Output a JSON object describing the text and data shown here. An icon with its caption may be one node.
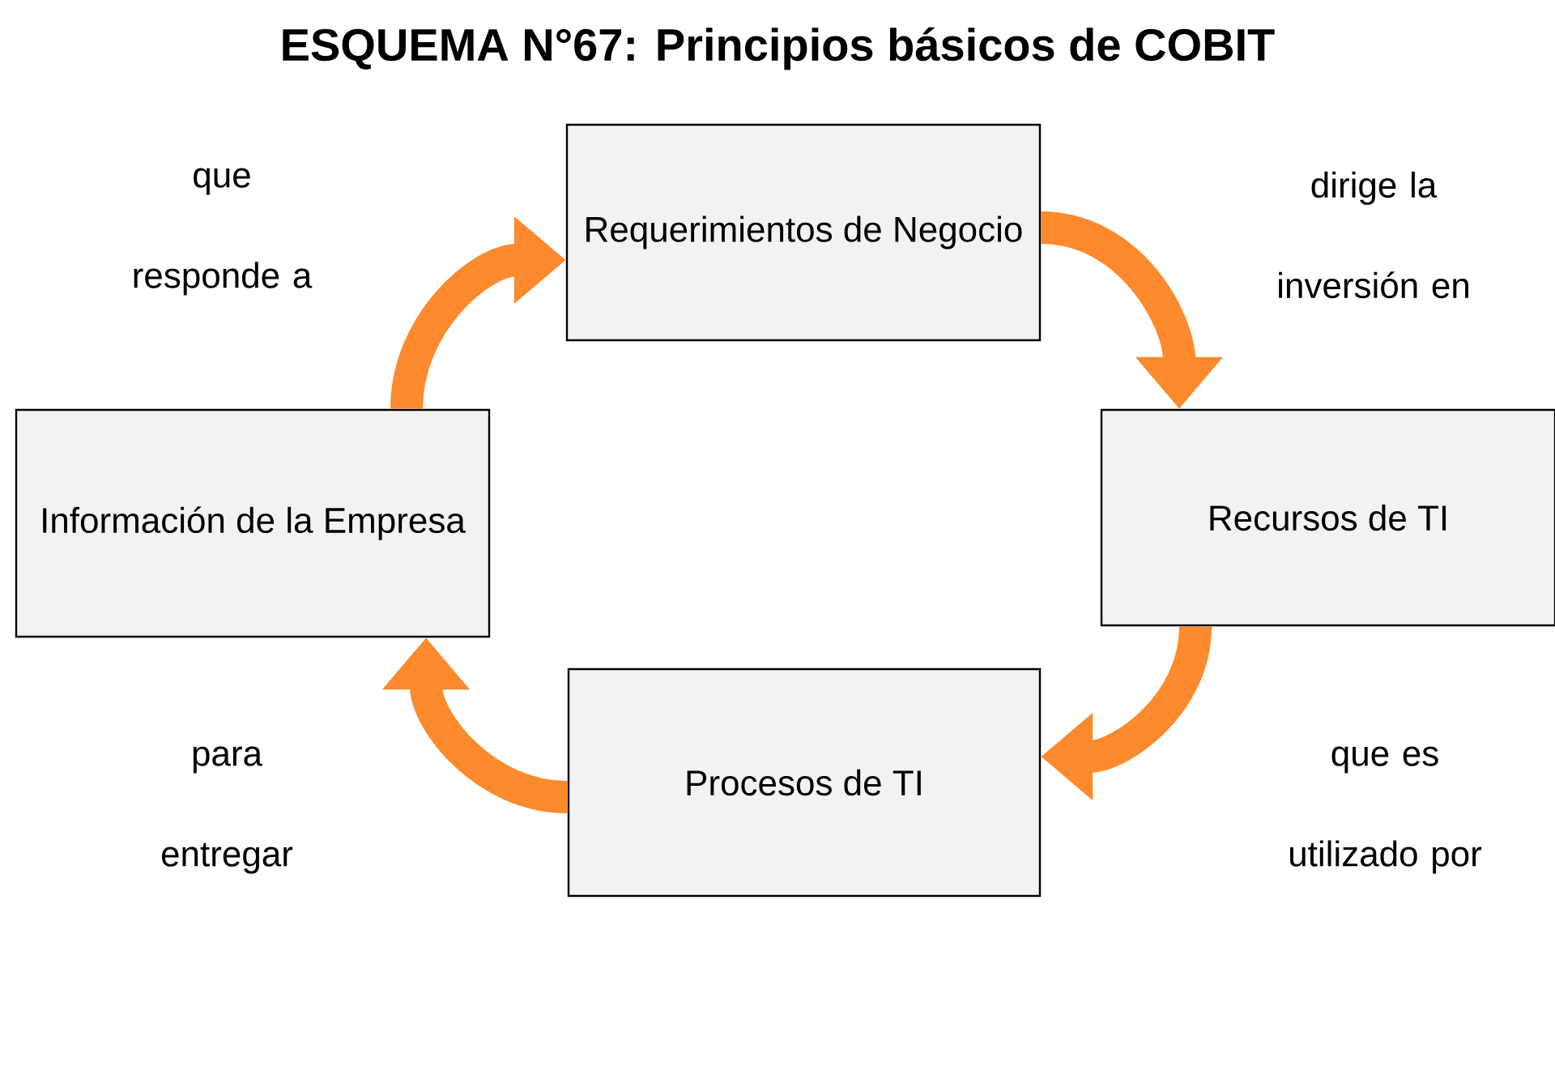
{
  "diagram": {
    "title": "ESQUEMA N°67: Principios básicos de COBIT",
    "nodes": [
      {
        "text": [
          "Requerimientos de Negocio"
        ]
      },
      {
        "text": [
          "Recursos de TI"
        ]
      },
      {
        "text": [
          "Procesos de TI"
        ]
      },
      {
        "text": [
          "Información de la Empresa"
        ]
      }
    ],
    "edges": [
      {
        "from": 3,
        "to": 0,
        "arrow": "to",
        "label": "que responde a"
      },
      {
        "from": 0,
        "to": 1,
        "arrow": "to",
        "label": "dirige la inversión en"
      },
      {
        "from": 1,
        "to": 2,
        "arrow": "to",
        "label": "que es utilizado por"
      },
      {
        "from": 2,
        "to": 3,
        "arrow": "to",
        "label": "para entregar"
      }
    ]
  }
}
